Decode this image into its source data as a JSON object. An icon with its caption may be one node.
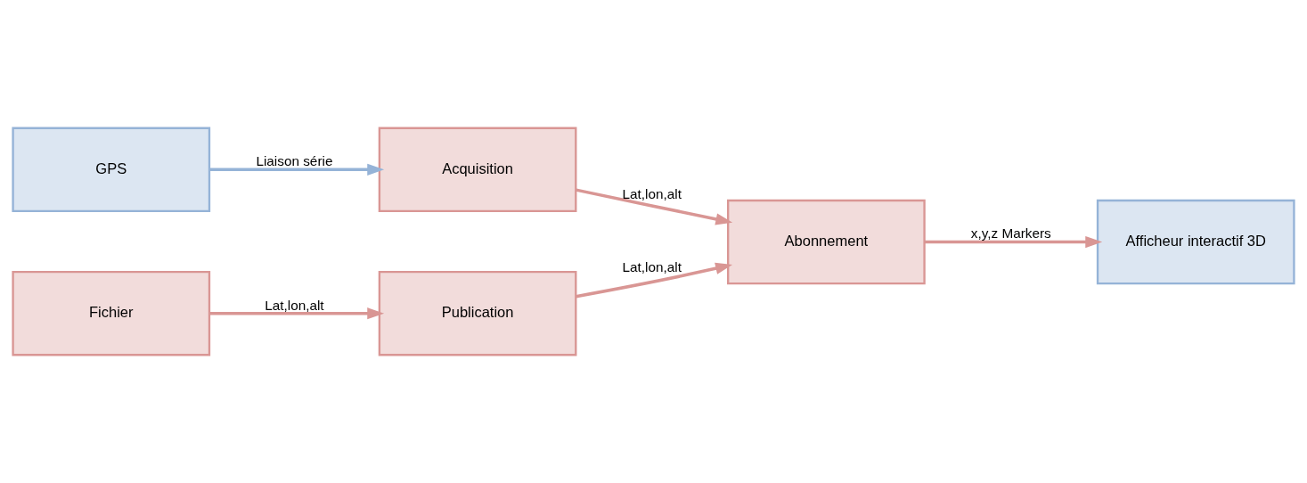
{
  "diagram": {
    "nodes": [
      {
        "text": [
          "GPS"
        ]
      },
      {
        "text": [
          "Acquisition"
        ]
      },
      {
        "text": [
          "Abonnement"
        ]
      },
      {
        "text": [
          "Afficheur interactif 3D"
        ]
      },
      {
        "text": [
          "Fichier"
        ]
      },
      {
        "text": [
          "Publication"
        ]
      }
    ],
    "edges": [
      {
        "from": 0,
        "to": 1,
        "arrow": "to",
        "label": "Liaison série",
        "color": "#95b3d7"
      },
      {
        "from": 1,
        "to": 2,
        "arrow": "to",
        "label": "Lat,lon,alt"
      },
      {
        "from": 2,
        "to": 3,
        "arrow": "to",
        "label": "x,y,z Markers"
      },
      {
        "from": 4,
        "to": 5,
        "arrow": "to",
        "label": "Lat,lon,alt"
      },
      {
        "from": 5,
        "to": 2,
        "arrow": "to",
        "label": "Lat,lon,alt"
      }
    ]
  }
}
